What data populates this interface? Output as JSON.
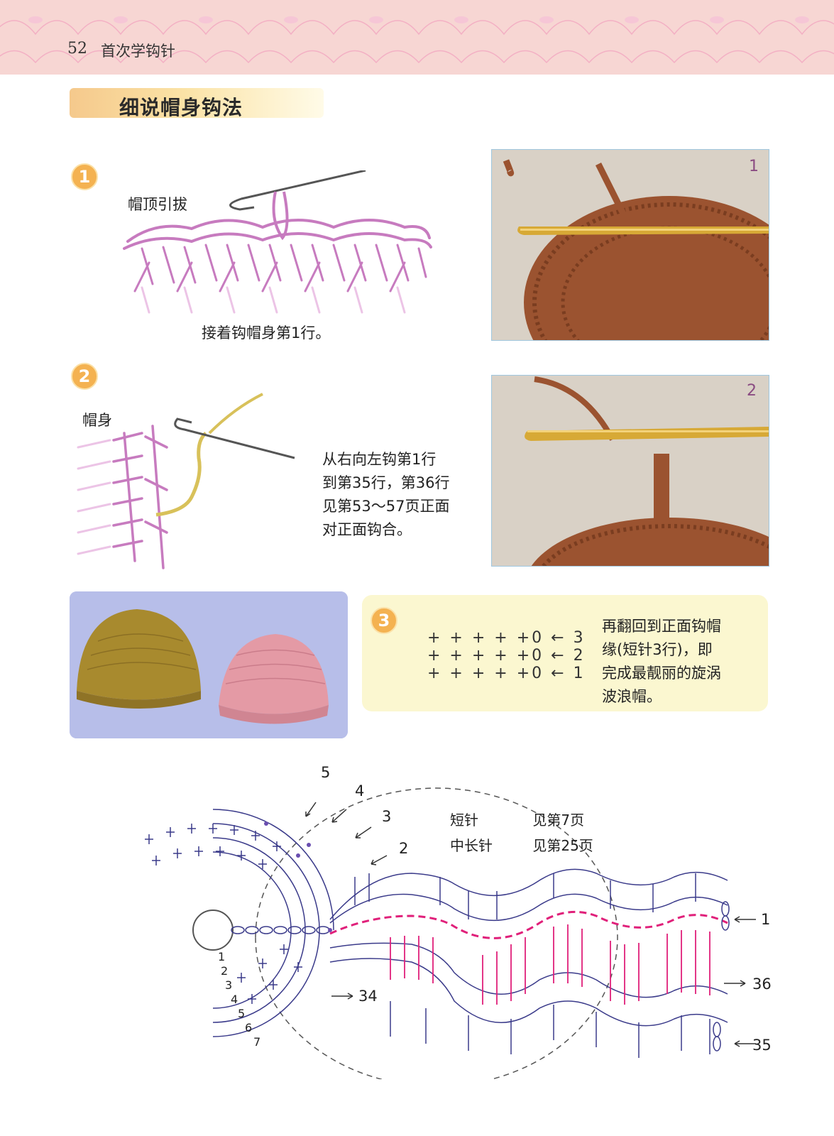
{
  "header": {
    "page_number": "52",
    "book_title": "首次学钩针"
  },
  "section_title": "细说帽身钩法",
  "step1": {
    "number": "1",
    "diagram_label": "帽顶引拔",
    "caption": "接着钩帽身第1行。",
    "photo_number": "1"
  },
  "step2": {
    "number": "2",
    "diagram_label": "帽身",
    "description_lines": [
      "从右向左钩第1行",
      "到第35行，第36行",
      "见第53～57页正面",
      "对正面钩合。"
    ],
    "photo_number": "2"
  },
  "step3": {
    "number": "3",
    "symbol_rows": [
      {
        "symbols": "+ + + + +0",
        "arrow": "←",
        "row": "3"
      },
      {
        "symbols": "+ + + + +0",
        "arrow": "←",
        "row": "2"
      },
      {
        "symbols": "+ + + + +0",
        "arrow": "←",
        "row": "1"
      }
    ],
    "description_lines": [
      "再翻回到正面钩帽",
      "缘(短针3行)，即",
      "完成最靓丽的旋涡",
      "波浪帽。"
    ]
  },
  "chart": {
    "legend": [
      {
        "stitch": "短针",
        "ref": "见第7页"
      },
      {
        "stitch": "中长针",
        "ref": "见第25页"
      }
    ],
    "crown_row_labels": [
      "5",
      "4",
      "3",
      "2"
    ],
    "left_row_labels": [
      "1",
      "2",
      "3",
      "4",
      "5",
      "6",
      "7"
    ],
    "right_labels": {
      "row1": "← 1",
      "row36": "→ 36",
      "row35": "← 35",
      "row34": "→ 34"
    }
  },
  "colors": {
    "header_bg": "#f7d6d3",
    "banner": "#f5c98c",
    "step_circle": "#f4b251",
    "chart_pink": "#e0207a",
    "chart_navy": "#3a3a8a",
    "yarn_brown": "#9b5330"
  }
}
